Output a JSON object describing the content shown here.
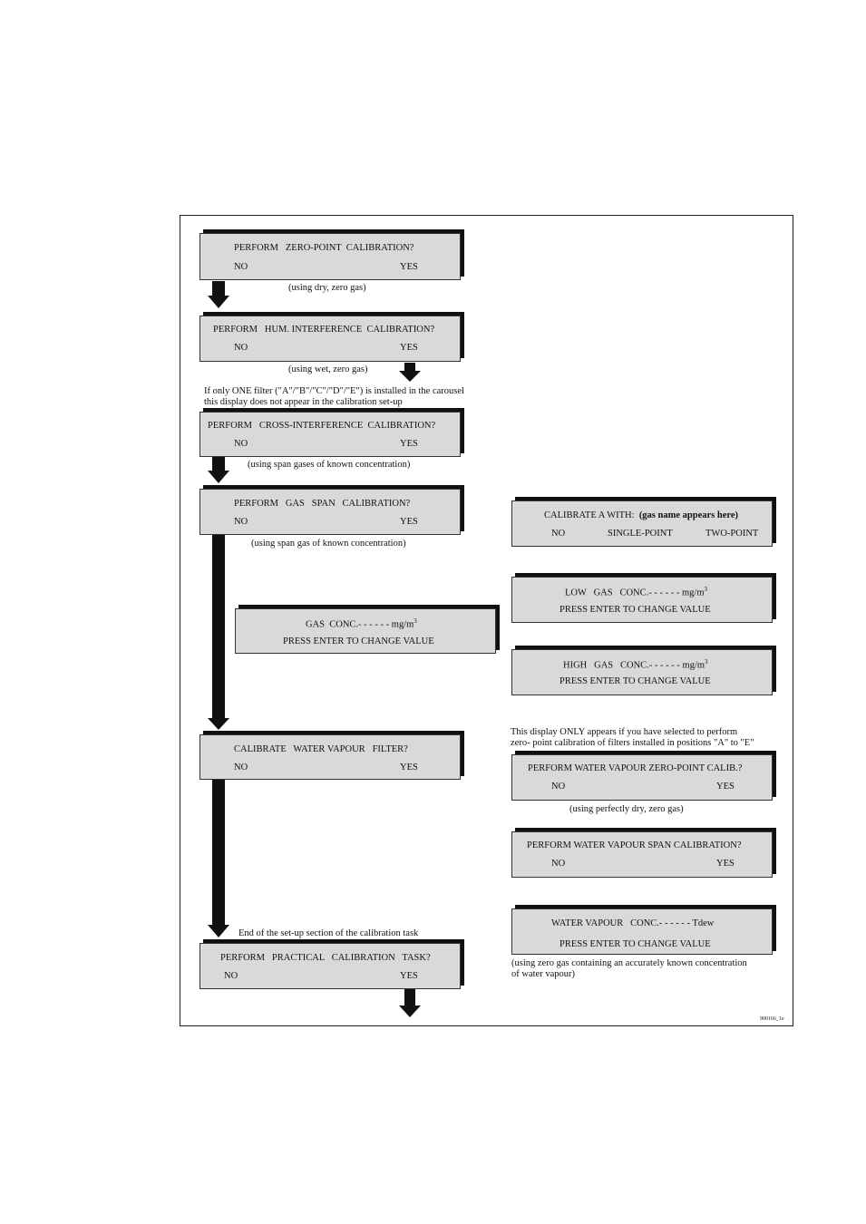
{
  "boxes": {
    "zero_point": {
      "question": "PERFORM   ZERO-POINT  CALIBRATION?",
      "no": "NO",
      "yes": "YES"
    },
    "hum_interference": {
      "question": "PERFORM   HUM. INTERFERENCE  CALIBRATION?",
      "no": "NO",
      "yes": "YES"
    },
    "cross_interference": {
      "question": "PERFORM   CROSS-INTERFERENCE  CALIBRATION?",
      "no": "NO",
      "yes": "YES"
    },
    "gas_span": {
      "question": "PERFORM   GAS   SPAN   CALIBRATION?",
      "no": "NO",
      "yes": "YES"
    },
    "gas_conc": {
      "line1": "GAS  CONC.- - - - - - mg/m",
      "sup": "3",
      "line2": "PRESS ENTER TO CHANGE VALUE"
    },
    "water_vapour_filter": {
      "question": "CALIBRATE   WATER VAPOUR   FILTER?",
      "no": "NO",
      "yes": "YES"
    },
    "practical_task": {
      "question": "PERFORM   PRACTICAL   CALIBRATION   TASK?",
      "no": "NO",
      "yes": "YES"
    },
    "calibrate_a": {
      "label": "CALIBRATE A WITH:",
      "gas_name": "(gas name appears here)",
      "no": "NO",
      "single": "SINGLE-POINT",
      "two": "TWO-POINT"
    },
    "low_gas": {
      "line1": "LOW   GAS   CONC.- - - - - - mg/m",
      "sup": "3",
      "line2": "PRESS ENTER TO CHANGE VALUE"
    },
    "high_gas": {
      "line1": "HIGH   GAS   CONC.- - - - - - mg/m",
      "sup": "3",
      "line2": "PRESS ENTER TO CHANGE VALUE"
    },
    "wv_zero_point": {
      "question": "PERFORM WATER VAPOUR ZERO-POINT CALIB.?",
      "no": "NO",
      "yes": "YES"
    },
    "wv_span": {
      "question": "PERFORM WATER VAPOUR SPAN CALIBRATION?",
      "no": "NO",
      "yes": "YES"
    },
    "wv_conc": {
      "line1": "WATER VAPOUR   CONC.- - - - - - Tdew",
      "line2": "PRESS ENTER TO CHANGE VALUE"
    }
  },
  "notes": {
    "dry_zero_gas": "(using dry, zero gas)",
    "wet_zero_gas": "(using wet, zero gas)",
    "one_filter_1": "If only ONE filter (\"A\"/\"B\"/\"C\"/\"D\"/\"E\") is installed in the carousel",
    "one_filter_2": "this display does not appear in the calibration set-up",
    "span_gases": "(using span gases of known concentration)",
    "span_gas": "(using span gas of known concentration)",
    "only_appears_1": "This display ONLY appears if you have selected to perform",
    "only_appears_2": "zero- point calibration of filters installed in positions \"A\" to \"E\"",
    "perfectly_dry": "(using perfectly dry, zero gas)",
    "end_setup": "End of the set-up section of the calibration task",
    "zero_gas_conc_1": "(using zero gas containing an accurately known concentration",
    "zero_gas_conc_2": "of water vapour)",
    "figure_id": "900166_1e"
  }
}
